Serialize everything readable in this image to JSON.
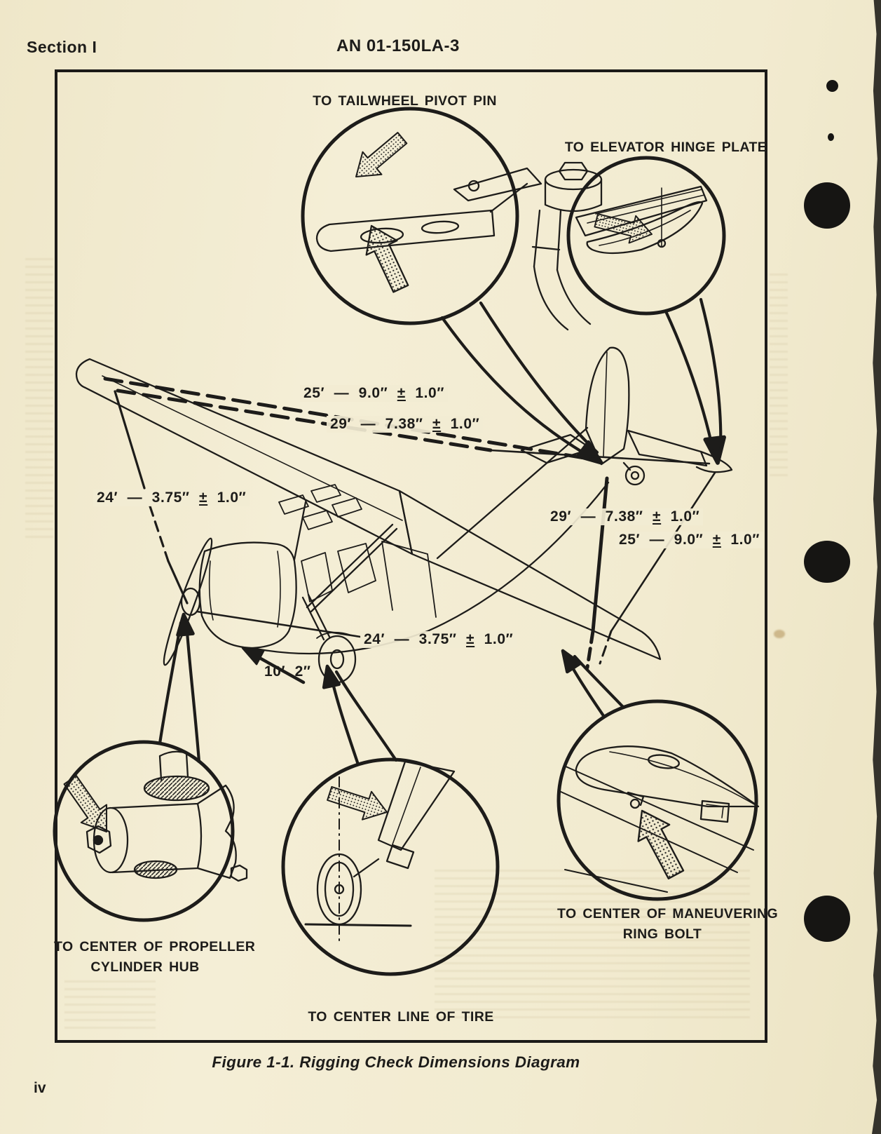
{
  "colors": {
    "paper": "#f2ecd2",
    "ink": "#1d1c1a",
    "hole": "#161513",
    "torn_edge": "#35332c"
  },
  "header": {
    "section": "Section I",
    "document_number": "AN 01-150LA-3"
  },
  "figure": {
    "caption": "Figure 1-1. Rigging Check Dimensions Diagram",
    "callouts": {
      "tailwheel": {
        "label": "TO TAILWHEEL PIVOT PIN"
      },
      "elevator": {
        "label": "TO ELEVATOR HINGE PLATE"
      },
      "propeller": {
        "line1": "TO CENTER OF PROPELLER",
        "line2": "CYLINDER HUB"
      },
      "tire": {
        "label": "TO CENTER LINE OF TIRE"
      },
      "ring_bolt": {
        "line1": "TO CENTER OF MANEUVERING",
        "line2": "RING BOLT"
      }
    },
    "dimensions": {
      "dim_25_9_left": {
        "value": "25′ — 9.0″",
        "pm": "±",
        "tol": "1.0″"
      },
      "dim_29_738_left": {
        "value": "29′ — 7.38″",
        "pm": "±",
        "tol": "1.0″"
      },
      "dim_24_375_left": {
        "value": "24′ — 3.75″",
        "pm": "±",
        "tol": "1.0″"
      },
      "dim_29_738_right": {
        "value": "29′ — 7.38″",
        "pm": "±",
        "tol": "1.0″"
      },
      "dim_25_9_right": {
        "value": "25′ — 9.0″",
        "pm": "±",
        "tol": "1.0″"
      },
      "dim_24_375_bottom": {
        "value": "24′ — 3.75″",
        "pm": "±",
        "tol": "1.0″"
      },
      "dim_10_2": {
        "value": "10′ 2″"
      }
    }
  },
  "footer": {
    "page_number": "iv"
  }
}
